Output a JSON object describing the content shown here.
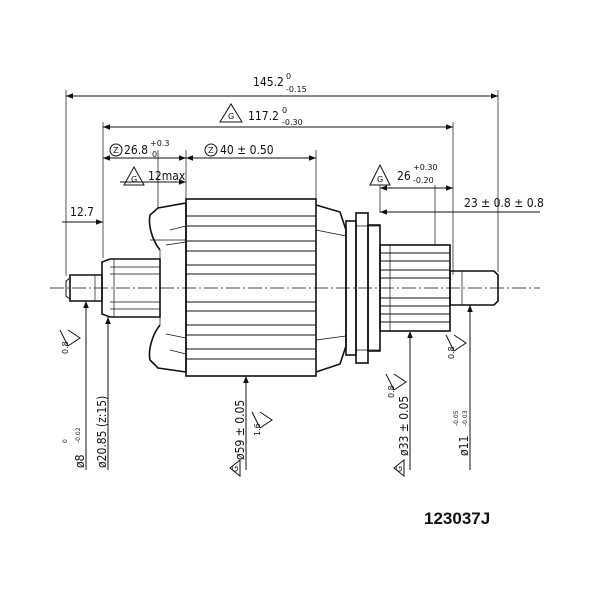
{
  "drawing": {
    "part_number": "123037J",
    "dims": {
      "overall_length": {
        "base": "145.2",
        "upper_tol": "0",
        "lower_tol": "-0.15"
      },
      "core_length": {
        "base": "117.2",
        "upper_tol": "0",
        "lower_tol": "-0.30"
      },
      "commutator_length": {
        "base": "26.8",
        "upper_tol": "+0.3",
        "lower_tol": "0"
      },
      "armature_stack": "40 ± 0.50",
      "spline_offset": {
        "base": "26",
        "upper_tol": "+0.30",
        "lower_tol": "-0.20"
      },
      "pinion_side": "23 ± 0.8 ± 0.8",
      "shaft_end_left": "12.7",
      "max_note": "12max",
      "dia_left_shaft": {
        "base": "ø8",
        "upper_tol": "0",
        "lower_tol": "-0.02"
      },
      "dia_commutator": "ø20.85 (z:15)",
      "dia_armature": "ø59 ± 0.05",
      "dia_pinion": "ø33 ± 0.05",
      "dia_right_shaft": {
        "base": "ø11",
        "upper_tol": "-0.05",
        "lower_tol": "-0.03"
      }
    },
    "roughness": {
      "left": "0.8",
      "armature": "1.6",
      "pinion": "0.8",
      "right": "0.8"
    },
    "markers": {
      "triangle_g": "G",
      "circle_z": "Z"
    }
  }
}
